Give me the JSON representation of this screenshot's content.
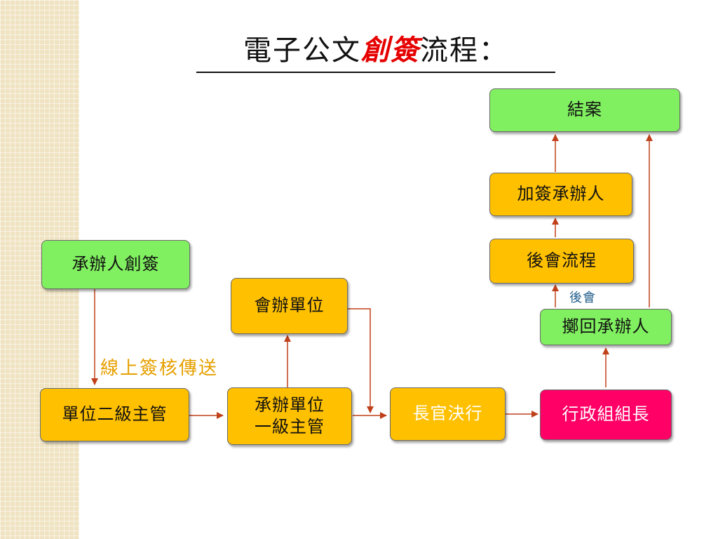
{
  "title": {
    "part1": "電子公文",
    "part2": "創簽",
    "part3": "流程："
  },
  "colors": {
    "green": "#80f060",
    "yellow": "#ffc000",
    "magenta": "#ff0066",
    "arrow": "#c0401a",
    "title_highlight": "#e60000",
    "label_orange": "#e6a000",
    "label_blue": "#1f5c8a"
  },
  "nodes": {
    "drafter_create": "承辦人創簽",
    "unit_level2_supervisor": "單位二級主管",
    "unit_level1_supervisor": "承辦單位\n一級主管",
    "co_handling_unit": "會辦單位",
    "executive_decision": "長官決行",
    "admin_team_leader": "行政組組長",
    "return_to_drafter": "擲回承辦人",
    "post_review_process": "後會流程",
    "cosign_drafter": "加簽承辦人",
    "close_case": "結案"
  },
  "labels": {
    "online_transmit": "線上簽核傳送",
    "post_review": "後會"
  }
}
